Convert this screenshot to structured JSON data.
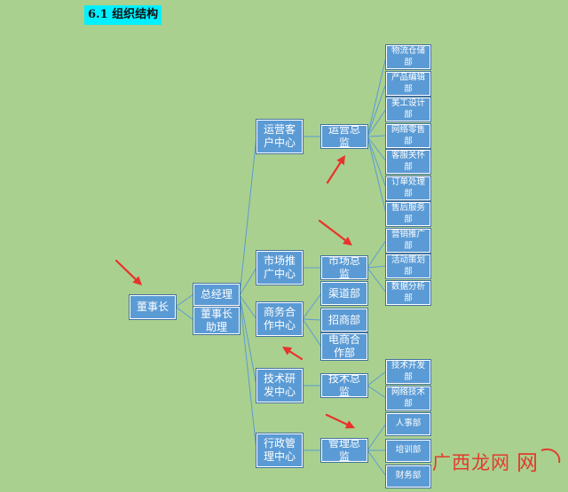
{
  "heading": "6.1 组织结构",
  "org": {
    "chairman": "董事长",
    "gm": "总经理",
    "assistant": "董事长助理",
    "centers": {
      "ops": "运营客户中心",
      "mkt": "市场推广中心",
      "biz": "商务合作中心",
      "tech": "技术研发中心",
      "admin": "行政管理中心"
    },
    "directors": {
      "ops": "运营总监",
      "mkt": "市场总监",
      "tech": "技术总监",
      "mgmt": "管理总监"
    },
    "biz_departments": [
      "渠道部",
      "招商部",
      "电商合作部"
    ],
    "ops_departments": [
      "物流仓储部",
      "产品编辑部",
      "美工设计部",
      "网络零售部",
      "客服关怀部",
      "订单处理部",
      "售后服务部"
    ],
    "mkt_departments": [
      "营销推广部",
      "活动策划部",
      "数据分析部"
    ],
    "tech_departments": [
      "技术开发部",
      "网络技术部"
    ],
    "mgmt_departments": [
      "人事部",
      "培训部",
      "财务部"
    ]
  },
  "colors": {
    "background": "#a9d08e",
    "box_fill": "#5b9bd5",
    "box_border": "#ffffff",
    "connector": "#5b9bd5",
    "annotation_arrow": "#e8322c",
    "heading_highlight": "#00f0ff"
  },
  "watermark": "广西龙网"
}
